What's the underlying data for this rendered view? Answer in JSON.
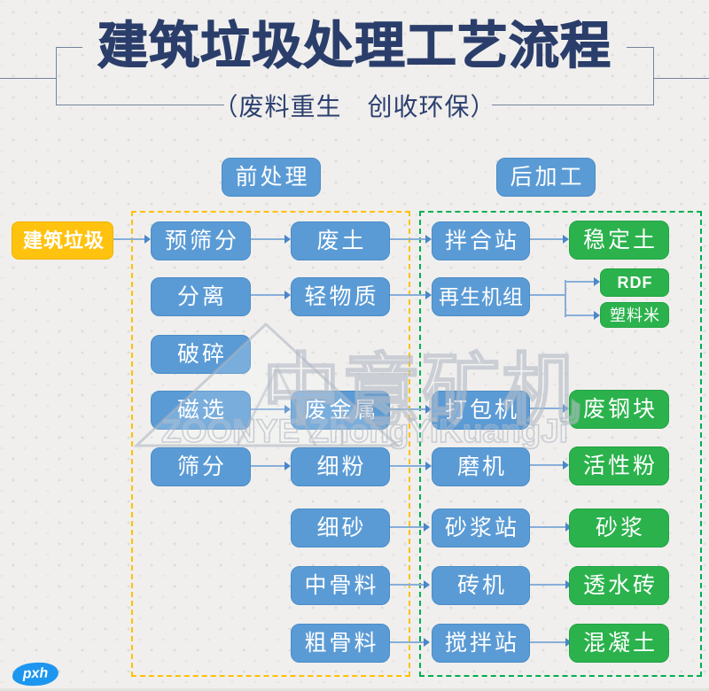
{
  "header": {
    "title": "建筑垃圾处理工艺流程",
    "subtitle": "（废料重生　创收环保）"
  },
  "sections": {
    "pre": {
      "label": "前处理",
      "border_color": "#FFC000"
    },
    "post": {
      "label": "后加工",
      "border_color": "#00B050"
    }
  },
  "nodes": {
    "source": "建筑垃圾",
    "yushaifen": "预筛分",
    "feitu": "废土",
    "banhezhan": "拌合站",
    "wendingtu": "稳定土",
    "fenli": "分离",
    "qingwuzhi": "轻物质",
    "zaishengjizu": "再生机组",
    "rdf": "RDF",
    "suliaomi": "塑料米",
    "posui": "破碎",
    "cixuan": "磁选",
    "feijinshu": "废金属",
    "dabaoji": "打包机",
    "feigangkuai": "废钢块",
    "shaifen": "筛分",
    "xifen": "细粉",
    "moji": "磨机",
    "huoxingfen": "活性粉",
    "xisha": "细砂",
    "shajiangzhan": "砂浆站",
    "shajiang": "砂浆",
    "zhongguliao": "中骨料",
    "zhuanji": "砖机",
    "toushuizhuan": "透水砖",
    "cuguliao": "粗骨料",
    "jiaobanzhan": "搅拌站",
    "hunningtu": "混凝土"
  },
  "watermark": {
    "cn": "中意矿机",
    "latin": "ZOONYE ZhongYiKuangJi"
  },
  "footer": {
    "logo": "pxh"
  },
  "colors": {
    "title": "#2B3E6B",
    "process_box": "#5B9BD5",
    "source_box": "#FFC20E",
    "output_box": "#2BB24C",
    "pre_zone_border": "#FFC000",
    "post_zone_border": "#00B050",
    "arrow": "#4A86C8",
    "watermark": "#C8CDD6",
    "footer_logo_bg": "#1D96F0"
  }
}
